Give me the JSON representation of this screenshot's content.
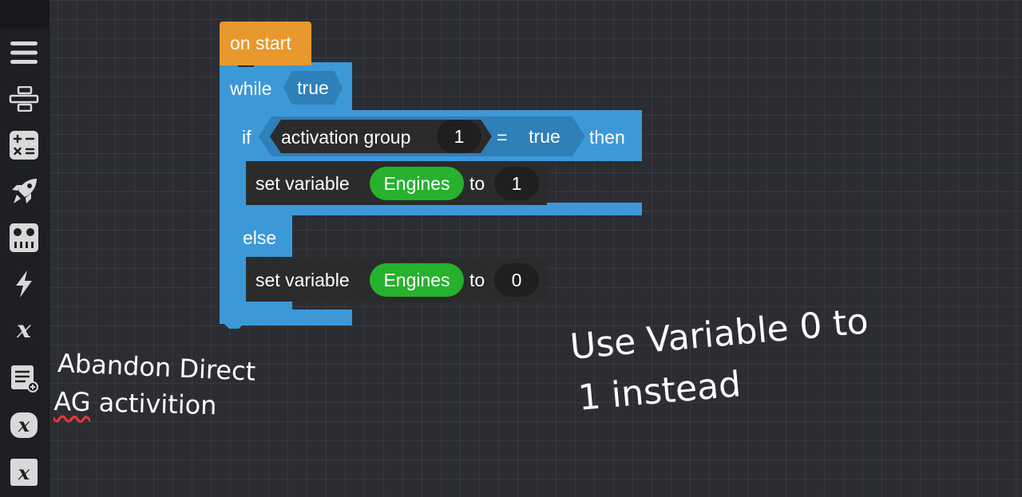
{
  "sidebar": {
    "items": [
      {
        "name": "menu-icon"
      },
      {
        "name": "structure-icon"
      },
      {
        "name": "math-icon"
      },
      {
        "name": "rocket-icon"
      },
      {
        "name": "controls-icon"
      },
      {
        "name": "events-icon"
      },
      {
        "name": "variable-icon"
      },
      {
        "name": "list-icon"
      },
      {
        "name": "custom-variable-icon"
      },
      {
        "name": "custom-expression-icon"
      }
    ]
  },
  "blocks": {
    "event": {
      "label": "on start",
      "color": "#e8982c"
    },
    "loop": {
      "label": "while",
      "condition": "true",
      "color": "#3d98d8"
    },
    "if_block": {
      "if_label": "if",
      "sensor": "activation group",
      "group_number": "1",
      "operator": "=",
      "value": "true",
      "then_label": "then",
      "else_label": "else"
    },
    "set_then": {
      "label": "set variable",
      "variable": "Engines",
      "to_label": "to",
      "value": "1"
    },
    "set_else": {
      "label": "set variable",
      "variable": "Engines",
      "to_label": "to",
      "value": "0"
    },
    "colors": {
      "dark": "#2b2b2b",
      "variable": "#27b12e",
      "blue_dark": "#2f7fb8"
    }
  },
  "annotations": {
    "left_line1": "Abandon Direct",
    "left_line2_part1": "AG",
    "left_line2_part2": " activition",
    "right_line1": "Use Variable 0 to",
    "right_line2": "1 instead"
  }
}
